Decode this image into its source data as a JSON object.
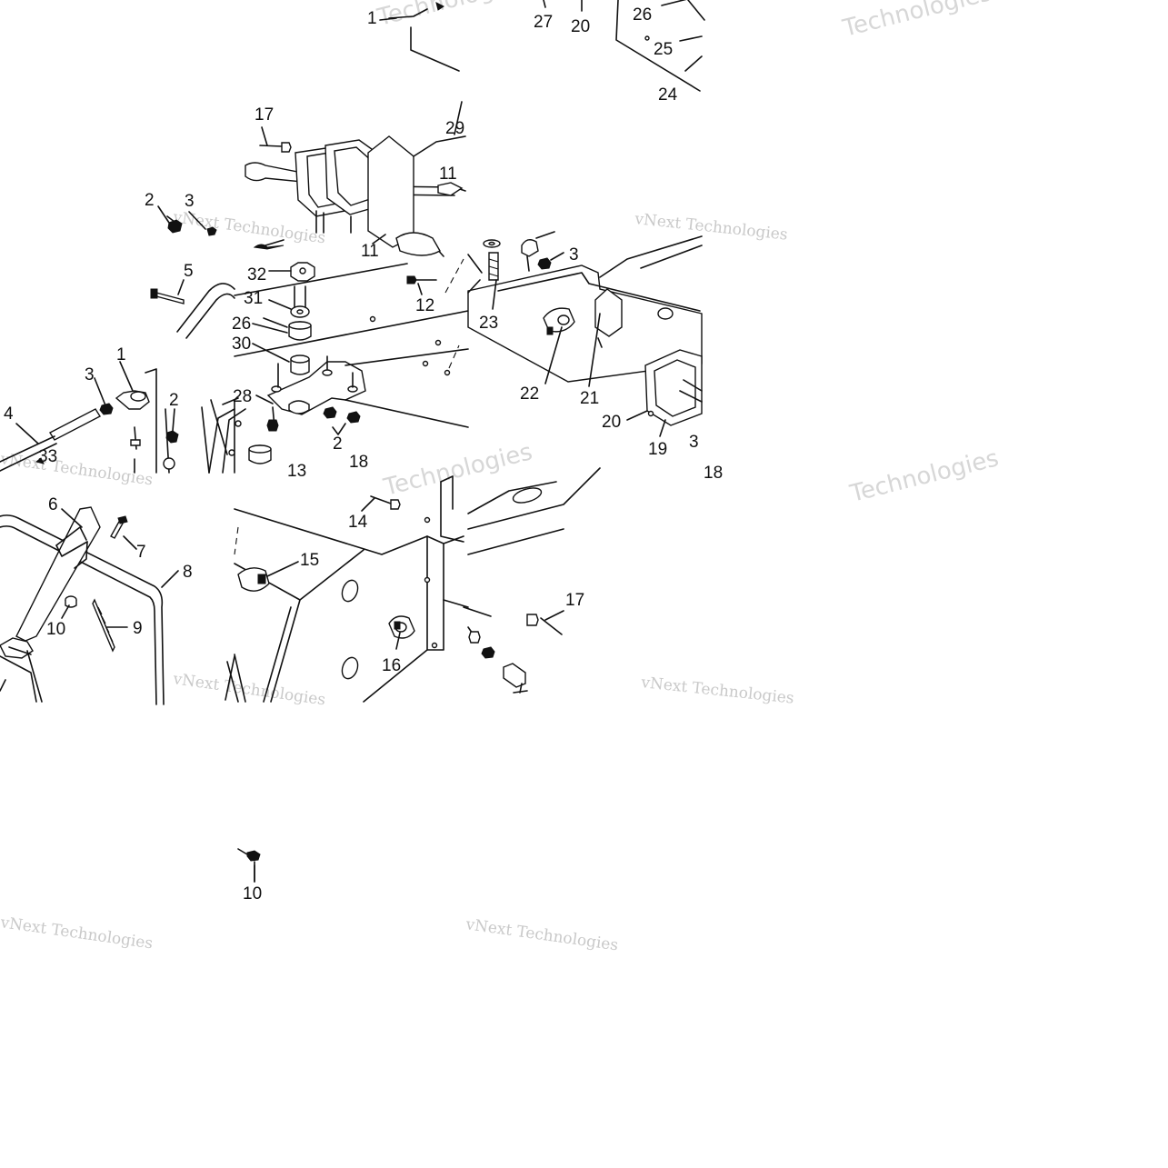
{
  "diagram": {
    "watermarks": {
      "vnext_technologies": "vNext Technologies",
      "technologies": "Technologies"
    },
    "callouts": [
      "1",
      "2",
      "3",
      "4",
      "5",
      "6",
      "7",
      "8",
      "9",
      "10",
      "11",
      "12",
      "13",
      "14",
      "15",
      "16",
      "17",
      "18",
      "19",
      "20",
      "21",
      "22",
      "23",
      "24",
      "25",
      "26",
      "27",
      "28",
      "29",
      "30",
      "31",
      "32",
      "33"
    ]
  }
}
